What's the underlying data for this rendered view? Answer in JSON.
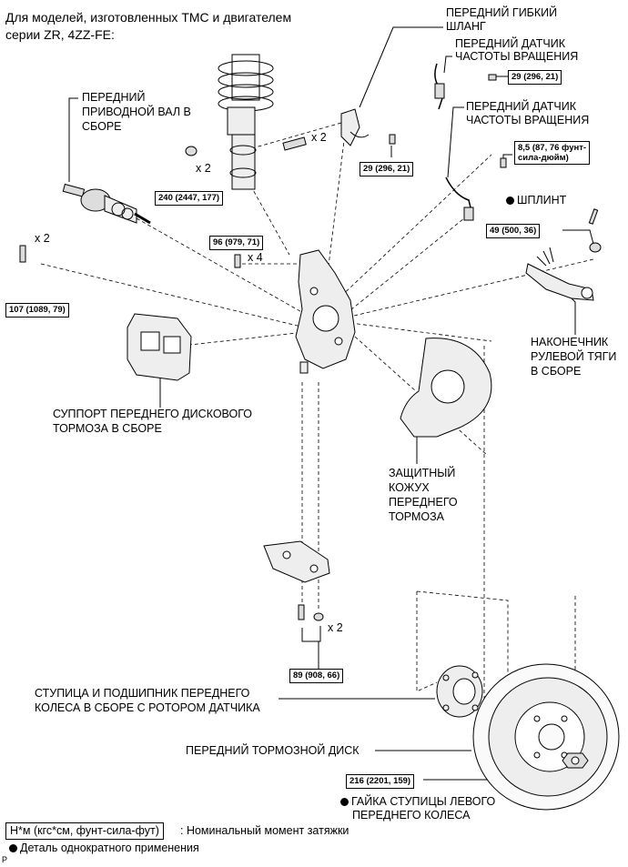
{
  "header": {
    "line1": "Для моделей, изготовленных ТМС и двигателем",
    "line2": "серии ZR, 4ZZ-FE:"
  },
  "labels": {
    "flex_hose_1": "ПЕРЕДНИЙ ГИБКИЙ",
    "flex_hose_2": "ШЛАНГ",
    "speed_sensor_a_1": "ПЕРЕДНИЙ ДАТЧИК",
    "speed_sensor_a_2": "ЧАСТОТЫ ВРАЩЕНИЯ",
    "speed_sensor_b_1": "ПЕРЕДНИЙ ДАТЧИК",
    "speed_sensor_b_2": "ЧАСТОТЫ ВРАЩЕНИЯ",
    "drive_shaft_1": "ПЕРЕДНИЙ",
    "drive_shaft_2": "ПРИВОДНОЙ ВАЛ В",
    "drive_shaft_3": "СБОРЕ",
    "cotter_pin": "ШПЛИНТ",
    "tie_rod_1": "НАКОНЕЧНИК",
    "tie_rod_2": "РУЛЕВОЙ ТЯГИ",
    "tie_rod_3": "В СБОРЕ",
    "caliper_1": "СУППОРТ ПЕРЕДНЕГО ДИСКОВОГО",
    "caliper_2": "ТОРМОЗА В СБОРЕ",
    "shield_1": "ЗАЩИТНЫЙ",
    "shield_2": "КОЖУХ",
    "shield_3": "ПЕРЕДНЕГО",
    "shield_4": "ТОРМОЗА",
    "hub_1": "СТУПИЦА И ПОДШИПНИК ПЕРЕДНЕГО",
    "hub_2": "КОЛЕСА В СБОРЕ С РОТОРОМ ДАТЧИКА",
    "disc": "ПЕРЕДНИЙ ТОРМОЗНОЙ ДИСК",
    "hub_nut_1": "ГАЙКА СТУПИЦЫ ЛЕВОГО",
    "hub_nut_2": "ПЕРЕДНЕГО КОЛЕСА"
  },
  "torques": {
    "t_29a": "29 (296, 21)",
    "t_29b": "29 (296, 21)",
    "t_85_1": "8,5 (87, 76 фунт-",
    "t_85_2": "сила-дюйм)",
    "t_49": "49 (500, 36)",
    "t_240": "240 (2447, 177)",
    "t_96": "96 (979, 71)",
    "t_107": "107 (1089, 79)",
    "t_89": "89 (908, 66)",
    "t_216": "216 (2201, 159)"
  },
  "counts": {
    "c_x2_bolts": "x 2",
    "c_x2_nut": "x 2",
    "c_x4": "x 4",
    "c_x2_caliper": "x 2",
    "c_x2_lower": "x 2"
  },
  "legend": {
    "box": "Н*м (кгс*см, фунт-сила-фут)",
    "torque_text": ": Номинальный момент затяжки",
    "one_time": "Деталь однократного применения",
    "corner_mark": "P"
  }
}
